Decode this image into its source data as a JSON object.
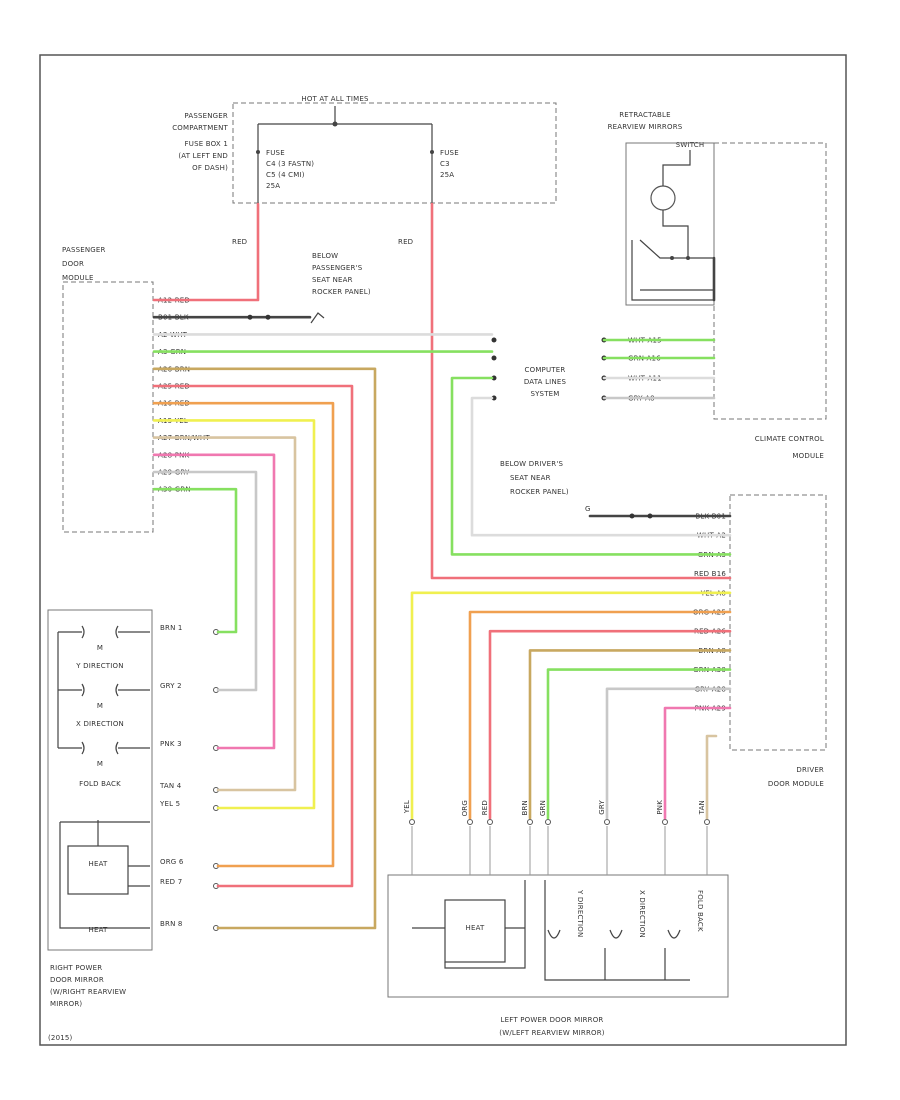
{
  "colors": {
    "red": "#f0707a",
    "grn": "#86e060",
    "yel": "#f0f050",
    "org": "#f0a050",
    "brn": "#c8a860",
    "tan": "#d8c4a0",
    "pnk": "#f078b0",
    "gry": "#c8c8c8",
    "wht": "#dcdcdc",
    "blk": "#444444"
  },
  "labels": {
    "fuse_box_top": "HOT AT ALL TIMES",
    "fuse_box_name": [
      "PASSENGER",
      "COMPARTMENT",
      "FUSE BOX 1",
      "(AT LEFT END",
      "OF DASH)"
    ],
    "fuse_left": [
      "FUSE",
      "C4  (3 FASTN)",
      "C5  (4 CMI)",
      "25A"
    ],
    "fuse_right": [
      "FUSE",
      "C3",
      "25A"
    ],
    "retractable": [
      "RETRACTABLE",
      "REARVIEW MIRRORS",
      "SWITCH"
    ],
    "passenger_module": [
      "PASSENGER",
      "DOOR",
      "MODULE"
    ],
    "ground_passenger": [
      "BELOW",
      "PASSENGER'S",
      "SEAT NEAR",
      "ROCKER PANEL)"
    ],
    "ground_driver": [
      "BELOW DRIVER'S",
      "SEAT NEAR",
      "ROCKER PANEL)"
    ],
    "computer": [
      "COMPUTER",
      "DATA LINES",
      "SYSTEM"
    ],
    "climate": [
      "CLIMATE CONTROL",
      "MODULE"
    ],
    "driver_module": [
      "DRIVER",
      "DOOR MODULE"
    ],
    "right_mirror": [
      "RIGHT POWER",
      "DOOR MIRROR",
      "(W/RIGHT REARVIEW",
      "MIRROR)"
    ],
    "left_mirror": [
      "LEFT POWER DOOR MIRROR",
      "(W/LEFT REARVIEW MIRROR)"
    ],
    "y_direction": "Y DIRECTION",
    "x_direction": "X DIRECTION",
    "fold_back": "FOLD BACK",
    "motor": "M",
    "heater": "HEAT",
    "ground_sym": "G",
    "red": "RED",
    "footer": "(2015)"
  },
  "passenger_pins": [
    "A12 RED",
    "B01 BLK",
    "A2  WHT",
    "A3  GRN",
    "A26 BRN",
    "A25 RED",
    "A16 RED",
    "A15 YEL",
    "A27 BRN/WHT",
    "A28 PNK",
    "A29 GRY",
    "A30 GRN"
  ],
  "climate_pins": [
    "WHT  A15",
    "GRN  A16",
    "WHT  A11",
    "GRY  A8"
  ],
  "driver_pins": [
    "BLK  B01",
    "WHT  A2",
    "GRN  A3",
    "RED  B16",
    "YEL  A8",
    "ORG  A25",
    "RED  A26",
    "BRN  A8",
    "GRN  A30",
    "GRY  A28",
    "PNK  A29"
  ],
  "right_mirror_pins": [
    "BRN  1",
    "GRY  2",
    "PNK  3",
    "TAN  4",
    "YEL  5",
    "ORG  6",
    "RED  7",
    "BRN  8"
  ],
  "left_mirror_wires": [
    "YEL",
    "ORG",
    "RED",
    "BRN",
    "GRN",
    "GRY",
    "PNK",
    "TAN"
  ],
  "left_mirror_functions": [
    "Y DIRECTION",
    "X DIRECTION",
    "FOLD BACK"
  ]
}
